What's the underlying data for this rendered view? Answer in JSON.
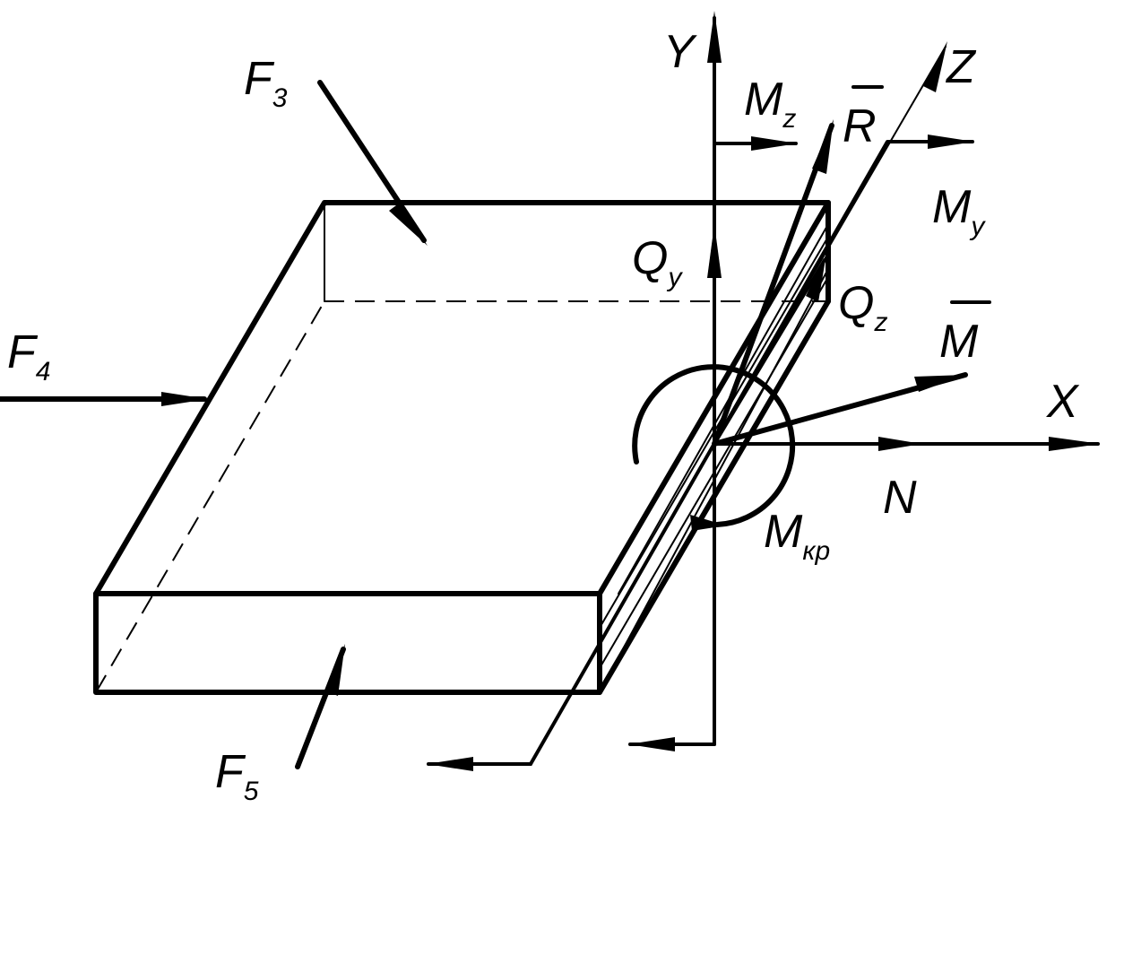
{
  "labels": {
    "F3": {
      "main": "F",
      "sub": "3"
    },
    "F4": {
      "main": "F",
      "sub": "4"
    },
    "F5": {
      "main": "F",
      "sub": "5"
    },
    "Y": {
      "main": "Y"
    },
    "Z": {
      "main": "Z"
    },
    "X": {
      "main": "X"
    },
    "Mz": {
      "main": "M",
      "sub": "z"
    },
    "R": {
      "main": "R"
    },
    "My": {
      "main": "M",
      "sub": "y"
    },
    "Qy": {
      "main": "Q",
      "sub": "y"
    },
    "Qz": {
      "main": "Q",
      "sub": "z"
    },
    "M": {
      "main": "M"
    },
    "N": {
      "main": "N"
    },
    "Mkp": {
      "main": "M",
      "sub": "кр"
    }
  },
  "colors": {
    "ink": "#000000",
    "background": "#ffffff"
  }
}
